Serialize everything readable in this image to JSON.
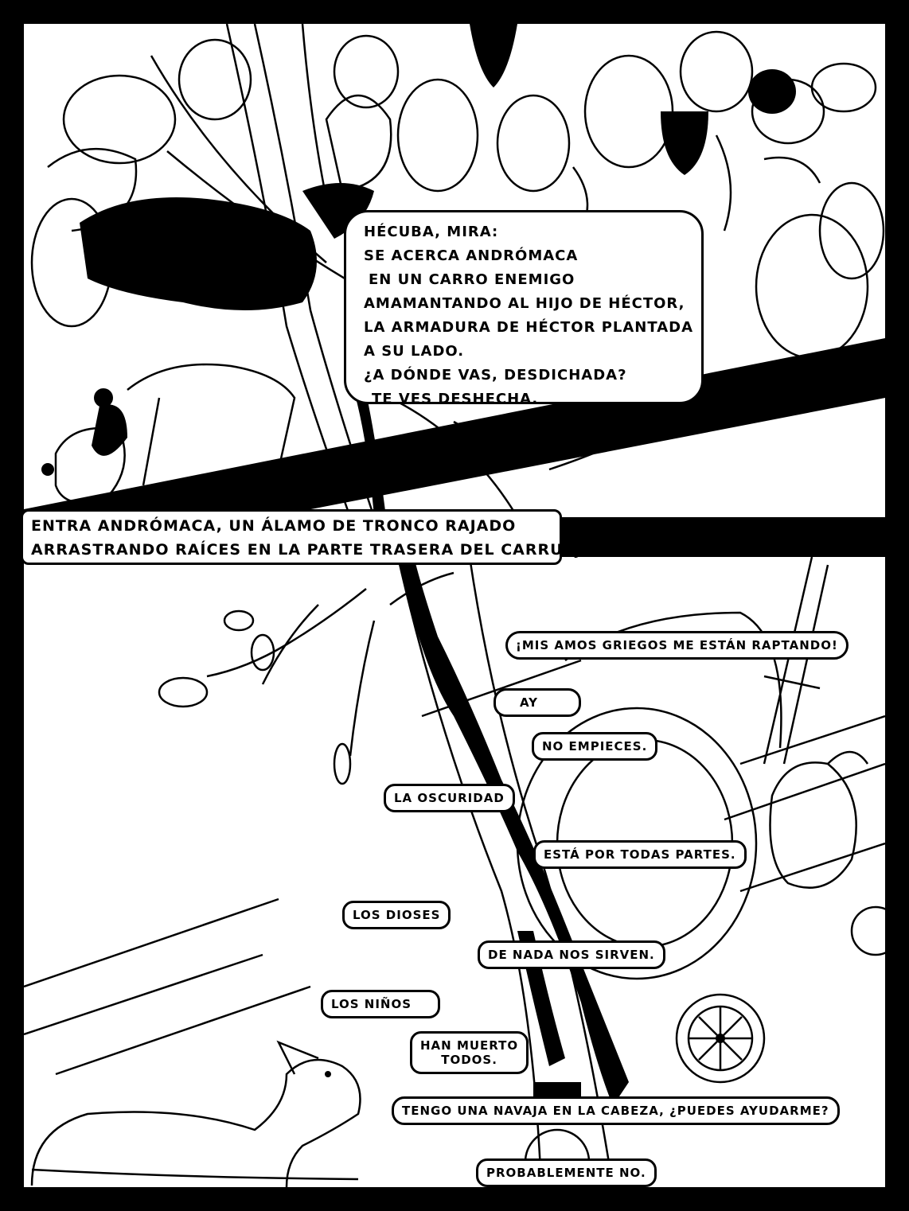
{
  "top_panel": {
    "speech_lines": [
      "HÉCUBA, MIRA:",
      "SE ACERCA ANDRÓMACA",
      "EN UN CARRO ENEMIGO",
      "AMAMANTANDO AL HIJO DE HÉCTOR,",
      "LA ARMADURA DE HÉCTOR PLANTADA",
      "A SU LADO.",
      "¿A DÓNDE VAS, DESDICHADA?",
      "TE VES DESHECHA."
    ]
  },
  "caption": {
    "lines": [
      "ENTRA ANDRÓMACA, UN ÁLAMO DE TRONCO RAJADO",
      "ARRASTRANDO RAÍCES EN LA PARTE TRASERA DEL CARRUAJE."
    ]
  },
  "bottom_panel": {
    "dialogue": {
      "raptando": "¡MIS AMOS GRIEGOS ME ESTÁN RAPTANDO!",
      "ay": "AY",
      "no_empieces": "NO EMPIECES.",
      "oscuridad": "LA OSCURIDAD",
      "todas_partes": "ESTÁ POR TODAS PARTES.",
      "dioses": "LOS DIOSES",
      "nada": "DE NADA NOS SIRVEN.",
      "ninos": "LOS NIÑOS",
      "muerto_1": "HAN MUERTO",
      "muerto_2": "TODOS.",
      "navaja": "TENGO UNA NAVAJA EN LA CABEZA, ¿PUEDES AYUDARME?",
      "probablemente": "PROBABLEMENTE NO."
    }
  },
  "colors": {
    "ink": "#000000",
    "paper": "#ffffff"
  }
}
